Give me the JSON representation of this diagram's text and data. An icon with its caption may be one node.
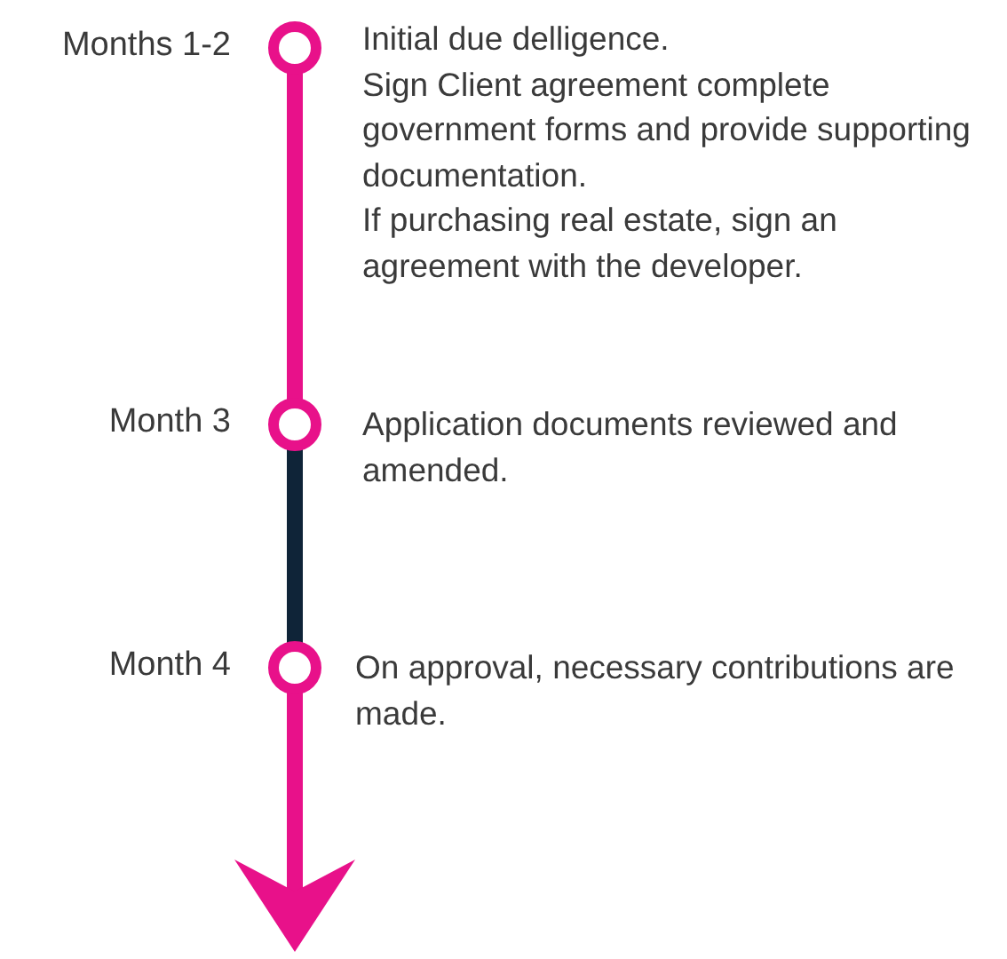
{
  "diagram": {
    "nodes": [
      {
        "text": [],
        "shape": "circle",
        "beside": [
          "Months 1-2",
          "Initial due delligence.",
          "Sign Client agreement complete government forms and provide supporting documentation.",
          "If purchasing real estate, sign an agreement with the developer."
        ]
      },
      {
        "text": [],
        "shape": "circle",
        "beside": [
          "Month 3",
          "Application documents reviewed and amended."
        ]
      },
      {
        "text": [],
        "shape": "circle",
        "beside": [
          "Month 4",
          "On approval, necessary contributions are made."
        ]
      }
    ],
    "edges": [
      {
        "from": 0,
        "to": 1,
        "arrow": "none"
      },
      {
        "from": 1,
        "to": 2,
        "arrow": "none",
        "color": "#0f2438"
      },
      {
        "from": 2,
        "to": null,
        "arrow": "to"
      }
    ]
  }
}
